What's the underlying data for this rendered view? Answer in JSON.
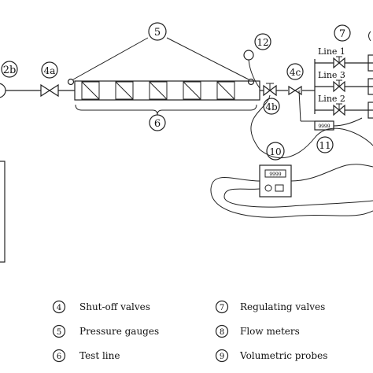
{
  "diagram": {
    "callouts": {
      "c2b": "2b",
      "c4a": "4a",
      "c4b": "4b",
      "c4c": "4c",
      "c5": "5",
      "c6": "6",
      "c7": "7",
      "c10": "10",
      "c11": "11",
      "c12": "12"
    },
    "line_labels": {
      "line1": "Line 1",
      "line3": "Line 3",
      "line2": "Line 2"
    },
    "flowmeter_display": "9999",
    "controller_display": "9999"
  },
  "legend": {
    "items": [
      {
        "num": "4",
        "label": "Shut-off valves"
      },
      {
        "num": "5",
        "label": "Pressure gauges"
      },
      {
        "num": "6",
        "label": "Test line"
      },
      {
        "num": "7",
        "label": "Regulating valves"
      },
      {
        "num": "8",
        "label": "Flow meters"
      },
      {
        "num": "9",
        "label": "Volumetric probes"
      }
    ]
  }
}
